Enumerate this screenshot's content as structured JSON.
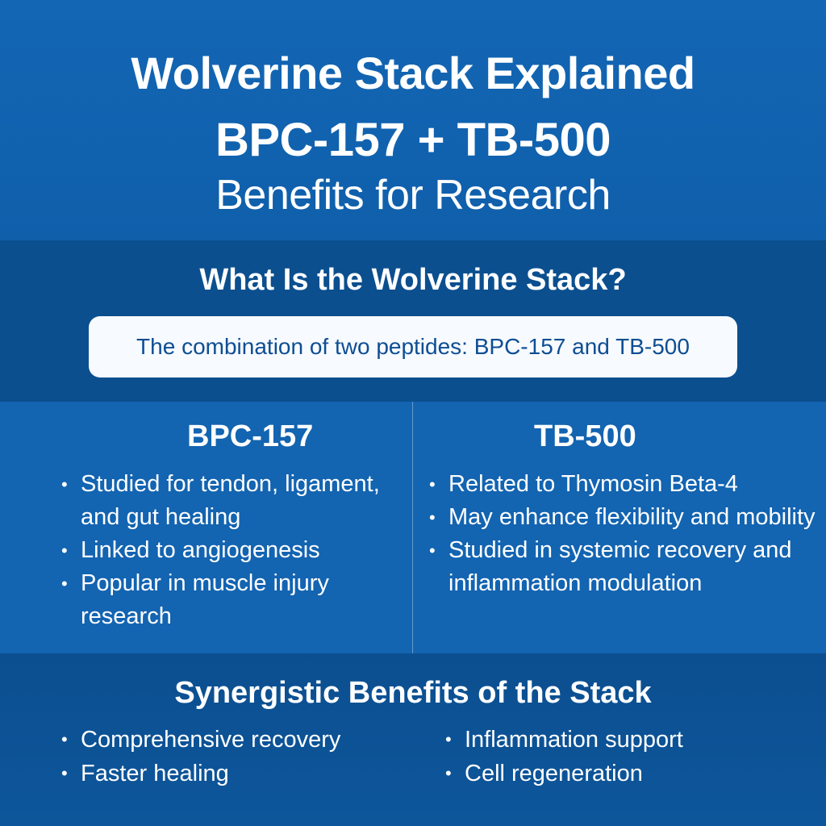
{
  "header": {
    "line1": "Wolverine Stack Explained",
    "line2": "BPC-157 + TB-500",
    "line3": "Benefits for Research"
  },
  "whatis": {
    "heading": "What Is the Wolverine Stack?",
    "box_text": "The combination of two peptides: BPC-157 and TB-500"
  },
  "columns": {
    "left": {
      "title": "BPC-157",
      "items": [
        "Studied for tendon, ligament, and gut healing",
        "Linked to angiogenesis",
        "Popular in muscle injury research"
      ]
    },
    "right": {
      "title": "TB-500",
      "items": [
        "Related to Thymosin Beta-4",
        "May enhance flexibility and mobility",
        "Studied in systemic recovery and inflammation modulation"
      ]
    }
  },
  "synergy": {
    "heading": "Synergistic Benefits of the Stack",
    "left_items": [
      "Comprehensive recovery",
      "Faster healing"
    ],
    "right_items": [
      "Inflammation support",
      "Cell regeneration"
    ]
  },
  "bullet_char": "•",
  "colors": {
    "header_blue": "#1366b4",
    "dark_band": "#0b4f8f",
    "columns_blue": "#1364b1",
    "box_bg": "#f7fafe",
    "box_text": "#0d4e93"
  }
}
